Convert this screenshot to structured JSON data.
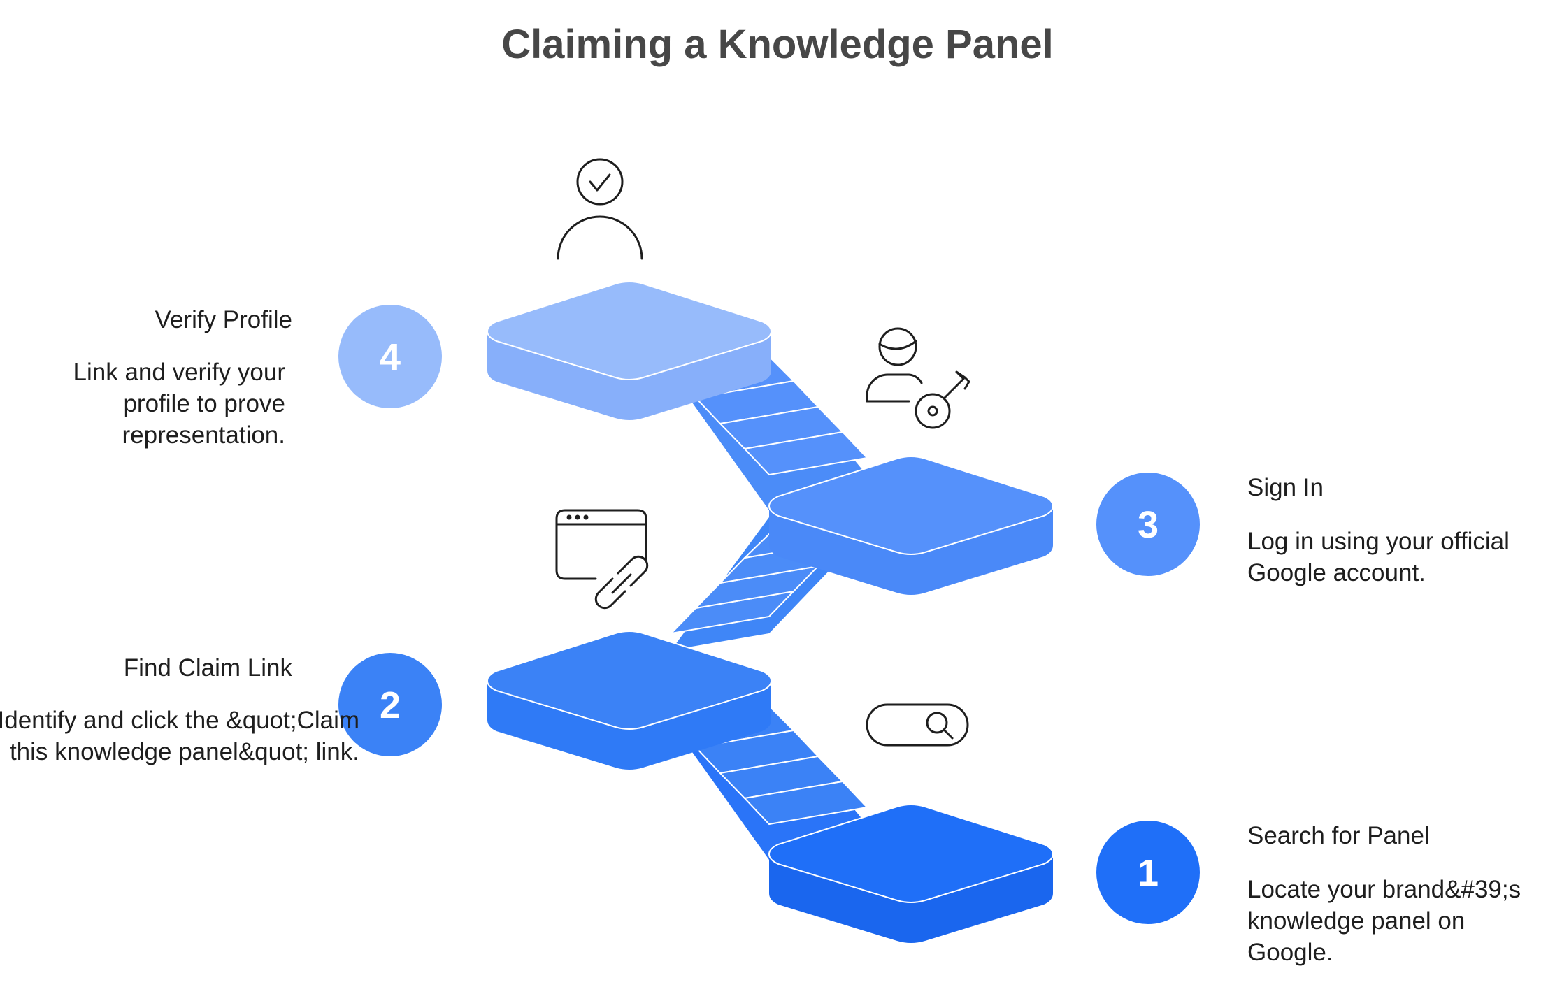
{
  "title": "Claiming a Knowledge Panel",
  "colors": {
    "step1": "#1f6ff8",
    "step2": "#3b82f6",
    "step3": "#5591fb",
    "step4": "#97bbfb",
    "icon_stroke": "#1e1e1e"
  },
  "steps": [
    {
      "number": "1",
      "title": "Search for Panel",
      "description": "Locate your brand&#39;s knowledge panel on Google.",
      "icon": "search-bar-icon"
    },
    {
      "number": "2",
      "title": "Find Claim Link",
      "description": "Identify and click the &quot;Claim this knowledge panel&quot; link.",
      "icon": "browser-link-icon"
    },
    {
      "number": "3",
      "title": "Sign In",
      "description": "Log in using your official Google account.",
      "icon": "user-key-icon"
    },
    {
      "number": "4",
      "title": "Verify Profile",
      "description": "Link and verify your profile to prove representation.",
      "icon": "verified-user-icon"
    }
  ]
}
